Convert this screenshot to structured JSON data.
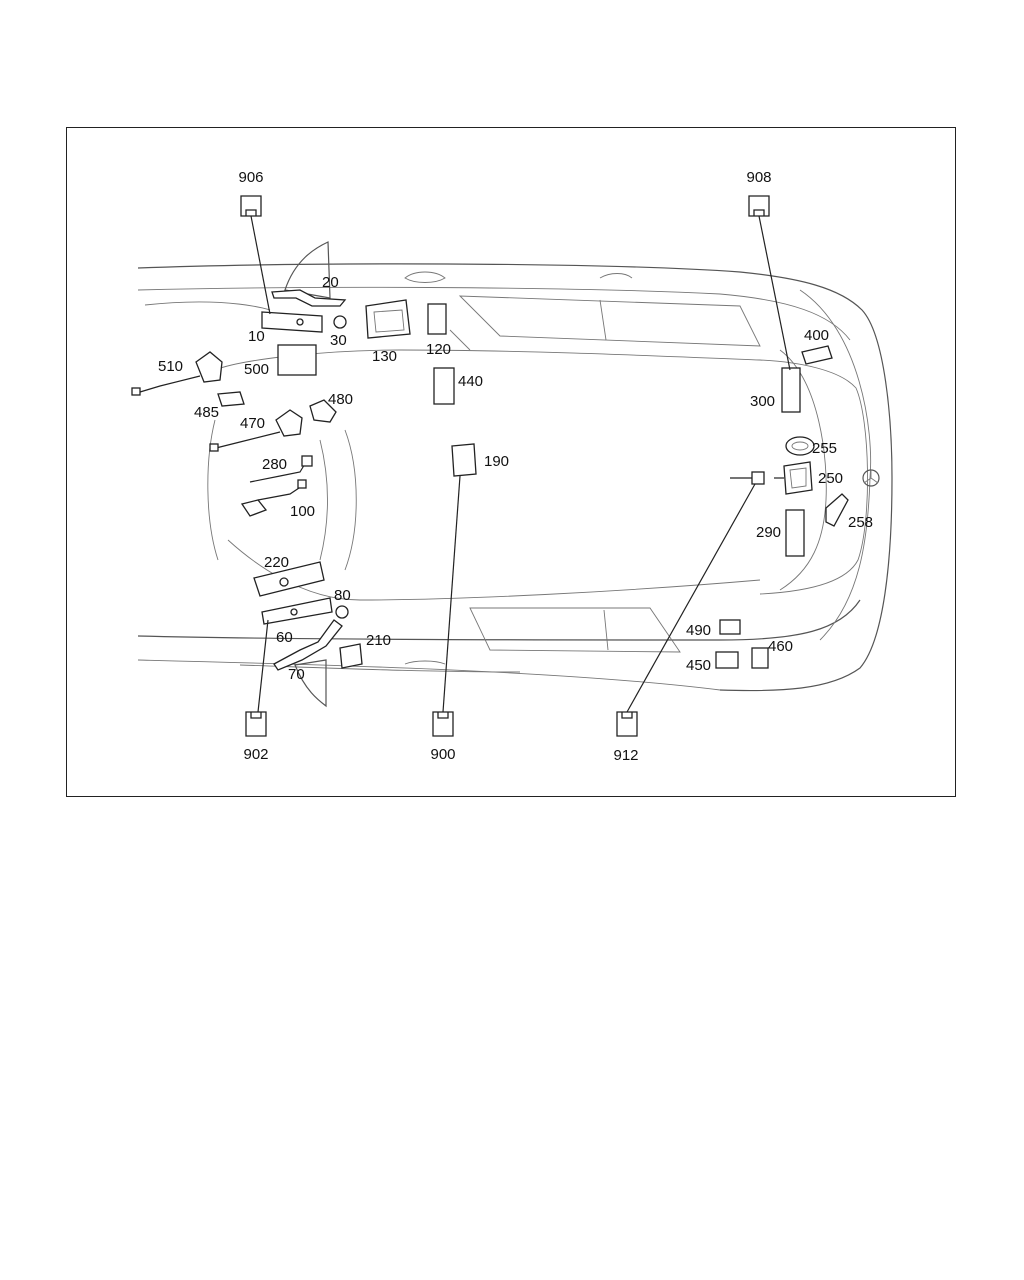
{
  "parts": [
    {
      "id": "p10",
      "label": "10"
    },
    {
      "id": "p20",
      "label": "20"
    },
    {
      "id": "p30",
      "label": "30"
    },
    {
      "id": "p60",
      "label": "60"
    },
    {
      "id": "p70",
      "label": "70"
    },
    {
      "id": "p80",
      "label": "80"
    },
    {
      "id": "p100",
      "label": "100"
    },
    {
      "id": "p120",
      "label": "120"
    },
    {
      "id": "p130",
      "label": "130"
    },
    {
      "id": "p190",
      "label": "190"
    },
    {
      "id": "p210",
      "label": "210"
    },
    {
      "id": "p220",
      "label": "220"
    },
    {
      "id": "p250",
      "label": "250"
    },
    {
      "id": "p255",
      "label": "255"
    },
    {
      "id": "p258",
      "label": "258"
    },
    {
      "id": "p280",
      "label": "280"
    },
    {
      "id": "p290",
      "label": "290"
    },
    {
      "id": "p300",
      "label": "300"
    },
    {
      "id": "p400",
      "label": "400"
    },
    {
      "id": "p440",
      "label": "440"
    },
    {
      "id": "p450",
      "label": "450"
    },
    {
      "id": "p460",
      "label": "460"
    },
    {
      "id": "p470",
      "label": "470"
    },
    {
      "id": "p480",
      "label": "480"
    },
    {
      "id": "p485",
      "label": "485"
    },
    {
      "id": "p490",
      "label": "490"
    },
    {
      "id": "p500",
      "label": "500"
    },
    {
      "id": "p510",
      "label": "510"
    }
  ],
  "callouts": [
    {
      "id": "c906",
      "label": "906"
    },
    {
      "id": "c908",
      "label": "908"
    },
    {
      "id": "c902",
      "label": "902"
    },
    {
      "id": "c900",
      "label": "900"
    },
    {
      "id": "c912",
      "label": "912"
    }
  ]
}
